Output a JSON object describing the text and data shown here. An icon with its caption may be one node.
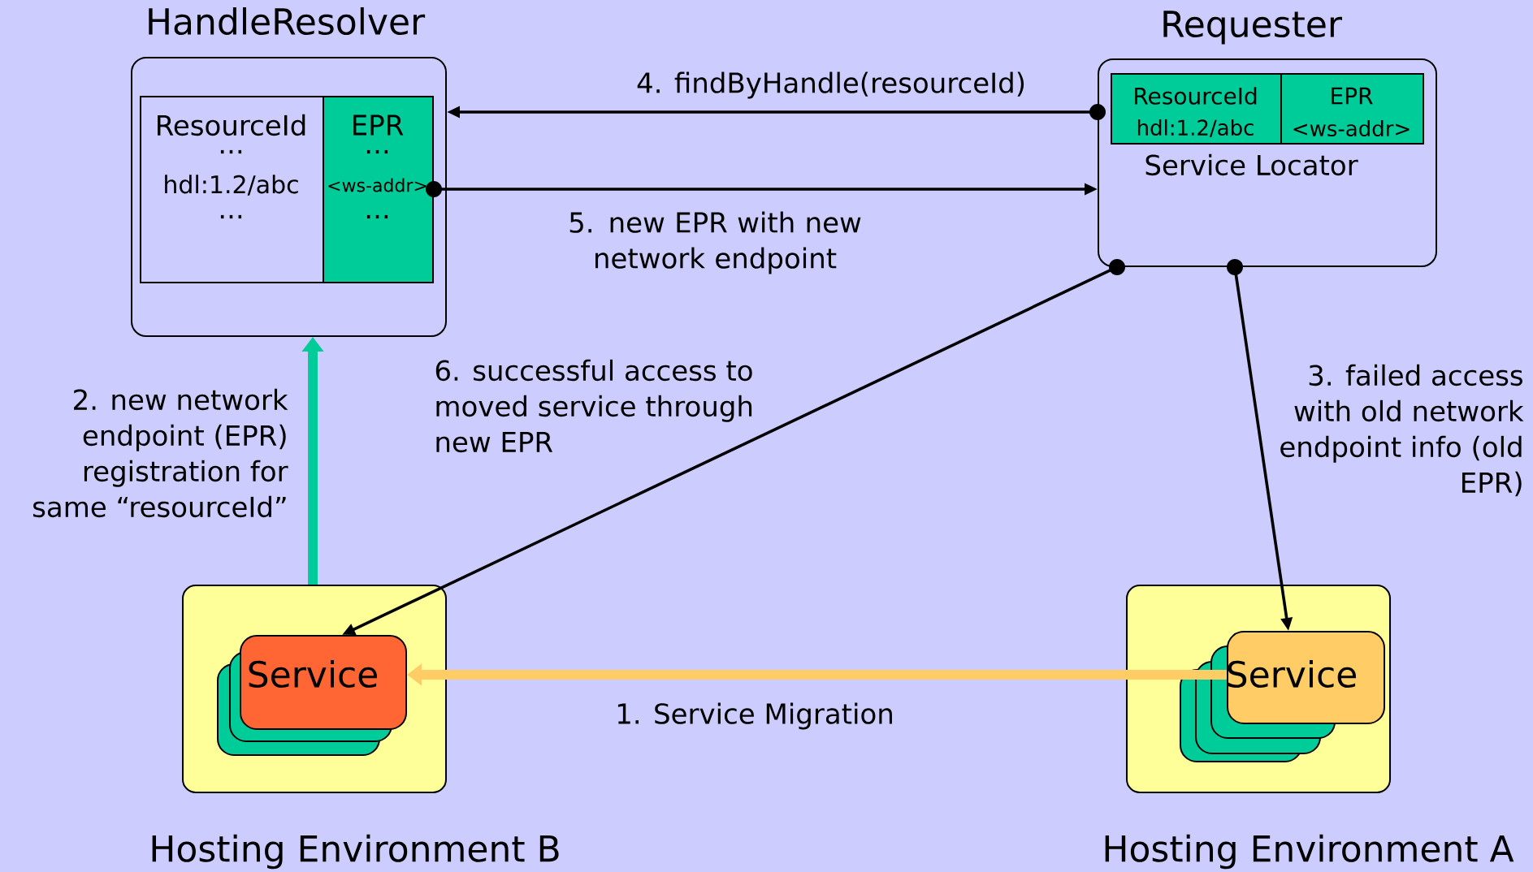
{
  "diagram": {
    "nodes": [
      {
        "text": [
          "HandleResolver"
        ]
      },
      {
        "text": [
          "ResourceId",
          "...",
          "hdl:1.2/abc",
          "..."
        ],
        "in": 0
      },
      {
        "text": [
          "EPR",
          "...",
          "<ws-addr>",
          "..."
        ],
        "in": 0
      },
      {
        "text": [
          "Requester",
          "Service Locator"
        ]
      },
      {
        "text": [
          "ResourceId",
          "hdl:1.2/abc"
        ],
        "in": 3
      },
      {
        "text": [
          "EPR",
          "<ws-addr>"
        ],
        "in": 3
      },
      {
        "text": [
          "Hosting Environment B"
        ]
      },
      {
        "text": [
          "Service"
        ],
        "in": 6
      },
      {
        "text": [
          "Hosting Environment A"
        ]
      },
      {
        "text": [
          "Service"
        ],
        "in": 8
      }
    ],
    "edges": [
      {
        "from": 9,
        "to": 7,
        "arrow": "to",
        "label": "1. Service Migration",
        "style": "thick",
        "color": "#ffcc66"
      },
      {
        "from": 6,
        "to": 0,
        "arrow": "to",
        "label": "2. new network endpoint (EPR) registration for same “resourceId”",
        "style": "thick",
        "color": "#00cc99"
      },
      {
        "from": 3,
        "to": 9,
        "arrow": "to",
        "label": "3. failed access with old network endpoint info (old EPR)"
      },
      {
        "from": 3,
        "to": 0,
        "arrow": "to",
        "label": "4. findByHandle(resourceId)"
      },
      {
        "from": 2,
        "to": 3,
        "arrow": "to",
        "label": "5. new EPR with new network endpoint"
      },
      {
        "from": 3,
        "to": 7,
        "arrow": "to",
        "label": "6. successful access to moved service through new EPR"
      }
    ]
  }
}
